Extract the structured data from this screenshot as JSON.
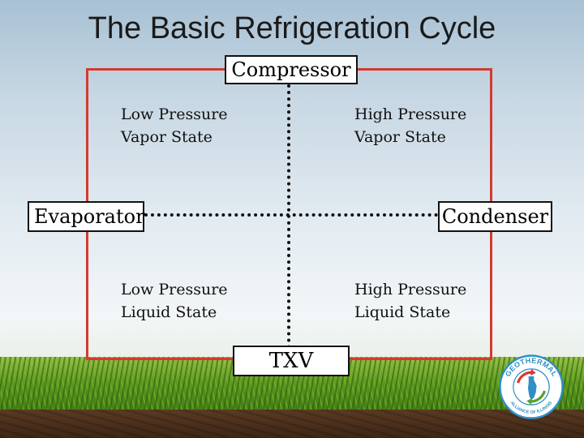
{
  "slide": {
    "title": "The Basic Refrigeration Cycle"
  },
  "components": {
    "compressor": "Compressor",
    "evaporator": "Evaporator",
    "condenser": "Condenser",
    "txv": "TXV"
  },
  "states": {
    "low_pressure_vapor": [
      "Low Pressure",
      "Vapor State"
    ],
    "high_pressure_vapor": [
      "High Pressure",
      "Vapor State"
    ],
    "low_pressure_liquid": [
      "Low Pressure",
      "Liquid State"
    ],
    "high_pressure_liquid": [
      "High Pressure",
      "Liquid State"
    ]
  },
  "logo": {
    "top_text": "GEOTHERMAL",
    "bottom_text": "ALLIANCE OF ILLINOIS"
  },
  "colors": {
    "loop": "#d43a2f",
    "logo_ring": "#2f8fc8",
    "logo_arrow_red": "#d43a2f",
    "logo_arrow_green": "#5aa02c"
  }
}
